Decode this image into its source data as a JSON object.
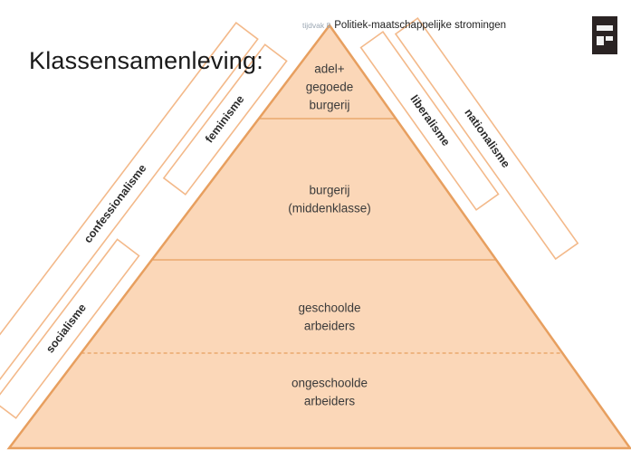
{
  "title": "Klassensamenleving:",
  "header": {
    "prefix": "tijdvak 8",
    "text": "Politiek-maatschappelijke stromingen"
  },
  "colors": {
    "pyramid_fill": "#fbd7b8",
    "pyramid_stroke": "#e79f5f",
    "band_stroke": "#f3b98a",
    "text": "#3a3a3a"
  },
  "logo_icon": "factory-icon",
  "pyramid": {
    "levels": [
      {
        "lines": [
          "adel+",
          "gegoede",
          "burgerij"
        ]
      },
      {
        "lines": [
          "burgerij",
          "(middenklasse)"
        ]
      },
      {
        "lines": [
          "geschoolde",
          "arbeiders"
        ]
      },
      {
        "lines": [
          "ongeschoolde",
          "arbeiders"
        ]
      }
    ]
  },
  "left_bands": {
    "inner": [
      {
        "label": "feminisme"
      },
      {
        "label": "socialisme"
      }
    ],
    "outer": [
      {
        "label": "confessionalisme"
      }
    ]
  },
  "right_bands": {
    "inner": [
      {
        "label": "liberalisme"
      }
    ],
    "outer": [
      {
        "label": "nationalisme"
      }
    ]
  }
}
